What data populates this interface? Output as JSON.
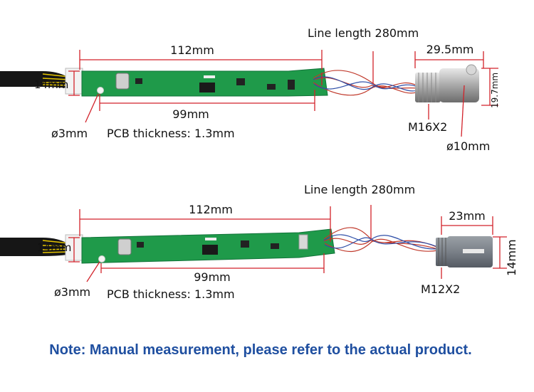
{
  "top": {
    "pcb_length": "112mm",
    "pcb_width": "14mm",
    "hole_spacing": "99mm",
    "hole_diameter": "ø3mm",
    "pcb_thickness": "PCB thickness: 1.3mm",
    "line_length": "Line length 280mm",
    "probe_length": "29.5mm",
    "probe_height": "19.7mm",
    "thread": "M16X2",
    "probe_diameter": "ø10mm"
  },
  "bottom": {
    "pcb_length": "112mm",
    "pcb_width": "14mm",
    "hole_spacing": "99mm",
    "hole_diameter": "ø3mm",
    "pcb_thickness": "PCB thickness: 1.3mm",
    "line_length": "Line length 280mm",
    "probe_length": "23mm",
    "probe_height": "14mm",
    "thread": "M12X2"
  },
  "note": "Note: Manual measurement, please refer to the actual product.",
  "colors": {
    "dimension_line": "#d2222a",
    "pcb_green": "#1f9a4a",
    "note_blue": "#1f4fa0"
  }
}
